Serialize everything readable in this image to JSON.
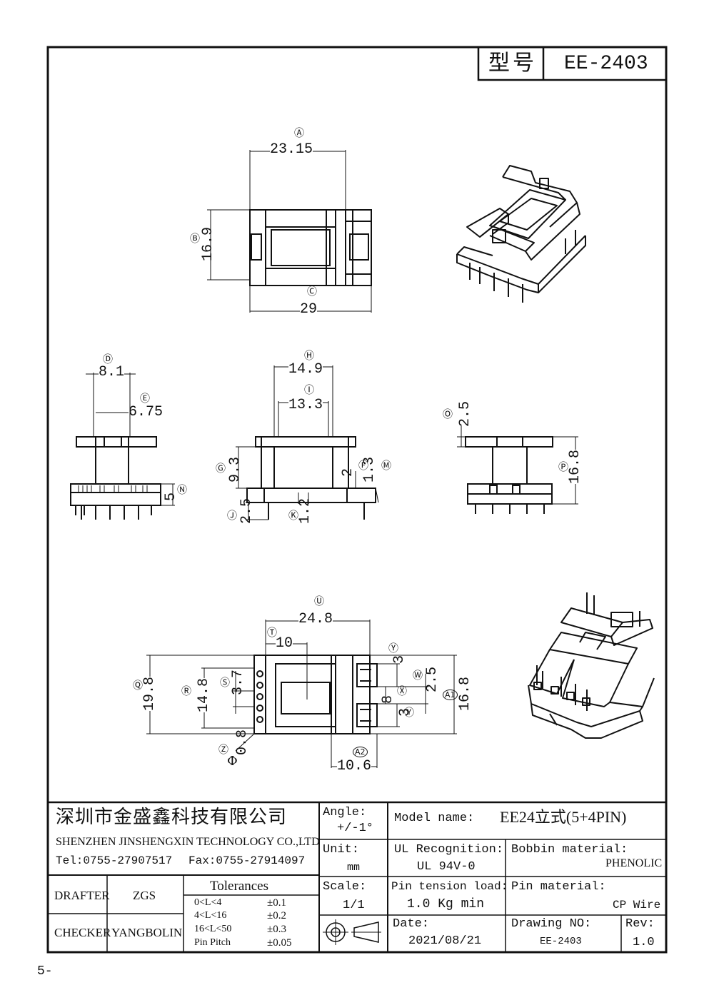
{
  "header": {
    "type_label": "型号",
    "model_code": "EE-2403"
  },
  "views": {
    "top": {
      "dims": {
        "width_a": "23.15",
        "height_b": "16.9",
        "total_c": "29"
      },
      "tags": {
        "a": "Ⓐ",
        "b": "Ⓑ",
        "c": "Ⓒ"
      }
    },
    "left": {
      "dims": {
        "d": "8.1",
        "e": "6.75",
        "n": "5"
      },
      "tags": {
        "d": "Ⓓ",
        "e": "Ⓔ",
        "n": "Ⓝ"
      }
    },
    "front": {
      "dims": {
        "h": "14.9",
        "i": "13.3",
        "g": "9.3",
        "j": "2.5",
        "k": "1.2",
        "f": "2",
        "m": "1.3"
      },
      "tags": {
        "h": "Ⓗ",
        "i": "Ⓘ",
        "g": "Ⓖ",
        "j": "Ⓙ",
        "k": "Ⓚ",
        "f": "Ⓕ",
        "m": "Ⓜ"
      }
    },
    "side": {
      "dims": {
        "o": "2.5",
        "p": "16.8"
      },
      "tags": {
        "o": "Ⓞ",
        "p": "Ⓟ"
      }
    },
    "bottom": {
      "dims": {
        "u": "24.8",
        "t": "10",
        "q": "19.8",
        "r": "14.8",
        "s": "3.7",
        "z": "0.8",
        "a2": "10.6",
        "y1": "3",
        "w": "2.5",
        "x": "8",
        "y2": "3",
        "a1": "16.8"
      },
      "tags": {
        "u": "Ⓤ",
        "t": "Ⓣ",
        "q": "Ⓠ",
        "r": "Ⓡ",
        "s": "Ⓢ",
        "z": "Ⓩ",
        "a2": "A2",
        "y1": "Ⓨ",
        "w": "Ⓦ",
        "x": "Ⓧ",
        "y2": "Ⓨ",
        "a1": "A1"
      },
      "phi": "Φ"
    }
  },
  "title_block": {
    "company_cn": "深圳市金盛鑫科技有限公司",
    "company_en": "SHENZHEN JINSHENGXIN TECHNOLOGY CO.,LTD",
    "tel": "Tel:0755-27907517",
    "fax": "Fax:0755-27914097",
    "angle_label": "Angle:",
    "angle_value": "+/-1°",
    "unit_label": "Unit:",
    "unit_value": "mm",
    "scale_label": "Scale:",
    "scale_value": "1/1",
    "model_name_label": "Model name:",
    "model_name_value": "EE24立式(5+4PIN)",
    "ul_label": "UL Recognition:",
    "ul_value": "UL 94V-0",
    "bobbin_label": "Bobbin material:",
    "bobbin_value": "PHENOLIC",
    "pin_tension_label": "Pin tension load:",
    "pin_tension_value": "1.0 Kg min",
    "pin_material_label": "Pin material:",
    "pin_material_value": "CP Wire",
    "date_label": "Date:",
    "date_value": "2021/08/21",
    "drawing_no_label": "Drawing NO:",
    "drawing_no_value": "EE-2403",
    "rev_label": "Rev:",
    "rev_value": "1.0",
    "drafter_label": "DRAFTER",
    "drafter_value": "ZGS",
    "checker_label": "CHECKER",
    "checker_value": "YANGBOLIN",
    "tolerances_title": "Tolerances",
    "tolerances": [
      {
        "range": "0<L<4",
        "value": "±0.1"
      },
      {
        "range": "4<L<16",
        "value": "±0.2"
      },
      {
        "range": "16<L<50",
        "value": "±0.3"
      },
      {
        "range": "Pin Pitch",
        "value": "±0.05"
      }
    ]
  },
  "page_mark": "5-"
}
